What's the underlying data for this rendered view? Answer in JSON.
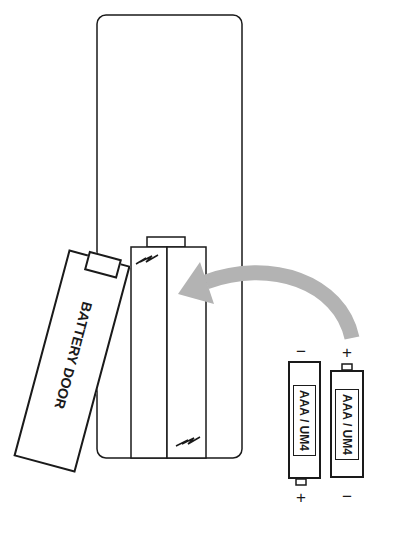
{
  "diagram": {
    "nodes": [
      {
        "text": [
          "BATTERY DOOR"
        ]
      },
      {
        "text": [
          "AAA / UM4"
        ]
      },
      {
        "text": [
          "AAA / UM4"
        ]
      }
    ],
    "labels": [
      "−",
      "+",
      "+",
      "−"
    ]
  }
}
